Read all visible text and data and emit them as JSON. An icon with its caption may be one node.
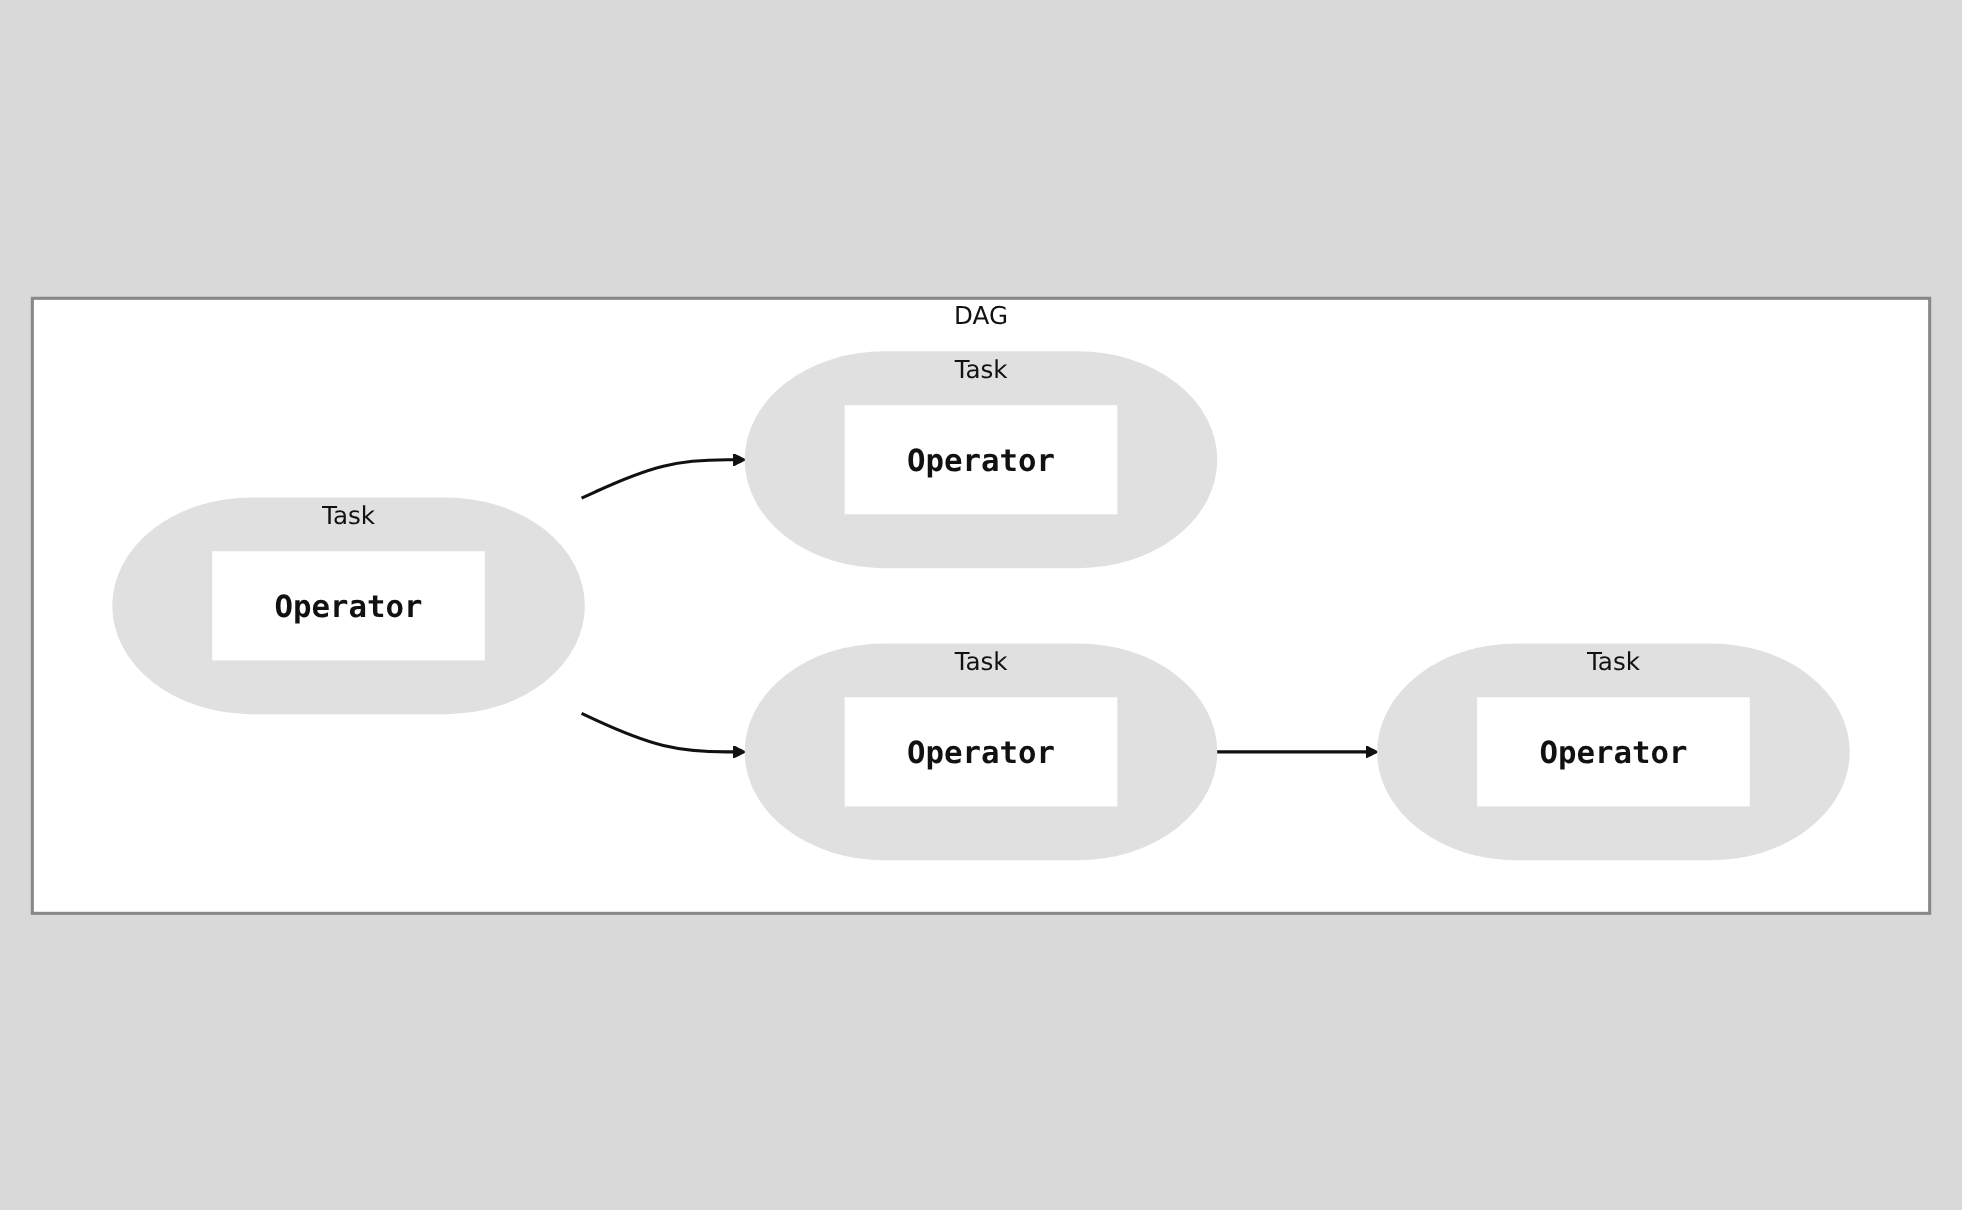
{
  "diagram": {
    "nodes": [
      {
        "text": [
          "DAG"
        ]
      },
      {
        "text": [
          "Task"
        ],
        "in": 0
      },
      {
        "text": [
          "Operator"
        ],
        "in": 1
      },
      {
        "text": [
          "Task"
        ],
        "in": 0
      },
      {
        "text": [
          "Operator"
        ],
        "in": 3
      },
      {
        "text": [
          "Task"
        ],
        "in": 0
      },
      {
        "text": [
          "Operator"
        ],
        "in": 5
      },
      {
        "text": [
          "Task"
        ],
        "in": 0
      },
      {
        "text": [
          "Operator"
        ],
        "in": 7
      }
    ],
    "edges": [
      {
        "from": 1,
        "to": 3,
        "arrow": "to"
      },
      {
        "from": 1,
        "to": 7,
        "arrow": "to"
      },
      {
        "from": 3,
        "to": 5,
        "arrow": "to"
      }
    ]
  }
}
